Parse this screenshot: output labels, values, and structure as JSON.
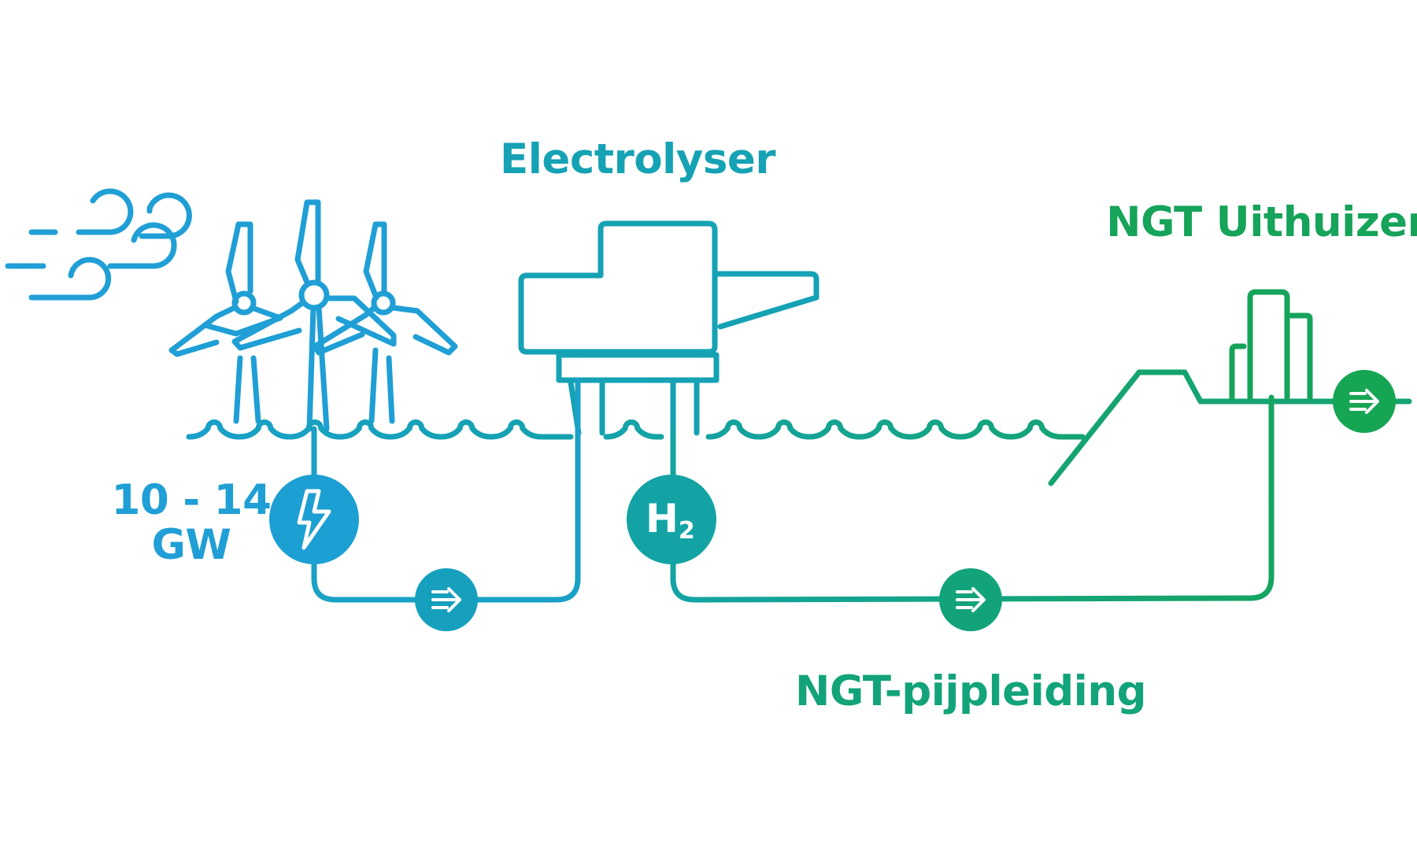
{
  "labels": {
    "electrolyser": "Electrolyser",
    "ngt_uithuizen": "NGT Uithuizen",
    "pipeline": "NGT-pijpleiding",
    "capacity_line1": "10 - 14",
    "capacity_line2": "GW"
  },
  "symbols": {
    "hydrogen_main": "H",
    "hydrogen_sub": "2"
  },
  "icons": [
    "wind-gust-icon",
    "wind-turbine-icon",
    "lightning-bolt-icon",
    "hydrogen-icon",
    "arrow-right-icon",
    "electrolyser-platform-icon",
    "terminal-building-icon"
  ],
  "colors": {
    "blue": "#1f9fd5",
    "teal": "#13a3a8",
    "green": "#16a35a",
    "white": "#ffffff"
  }
}
